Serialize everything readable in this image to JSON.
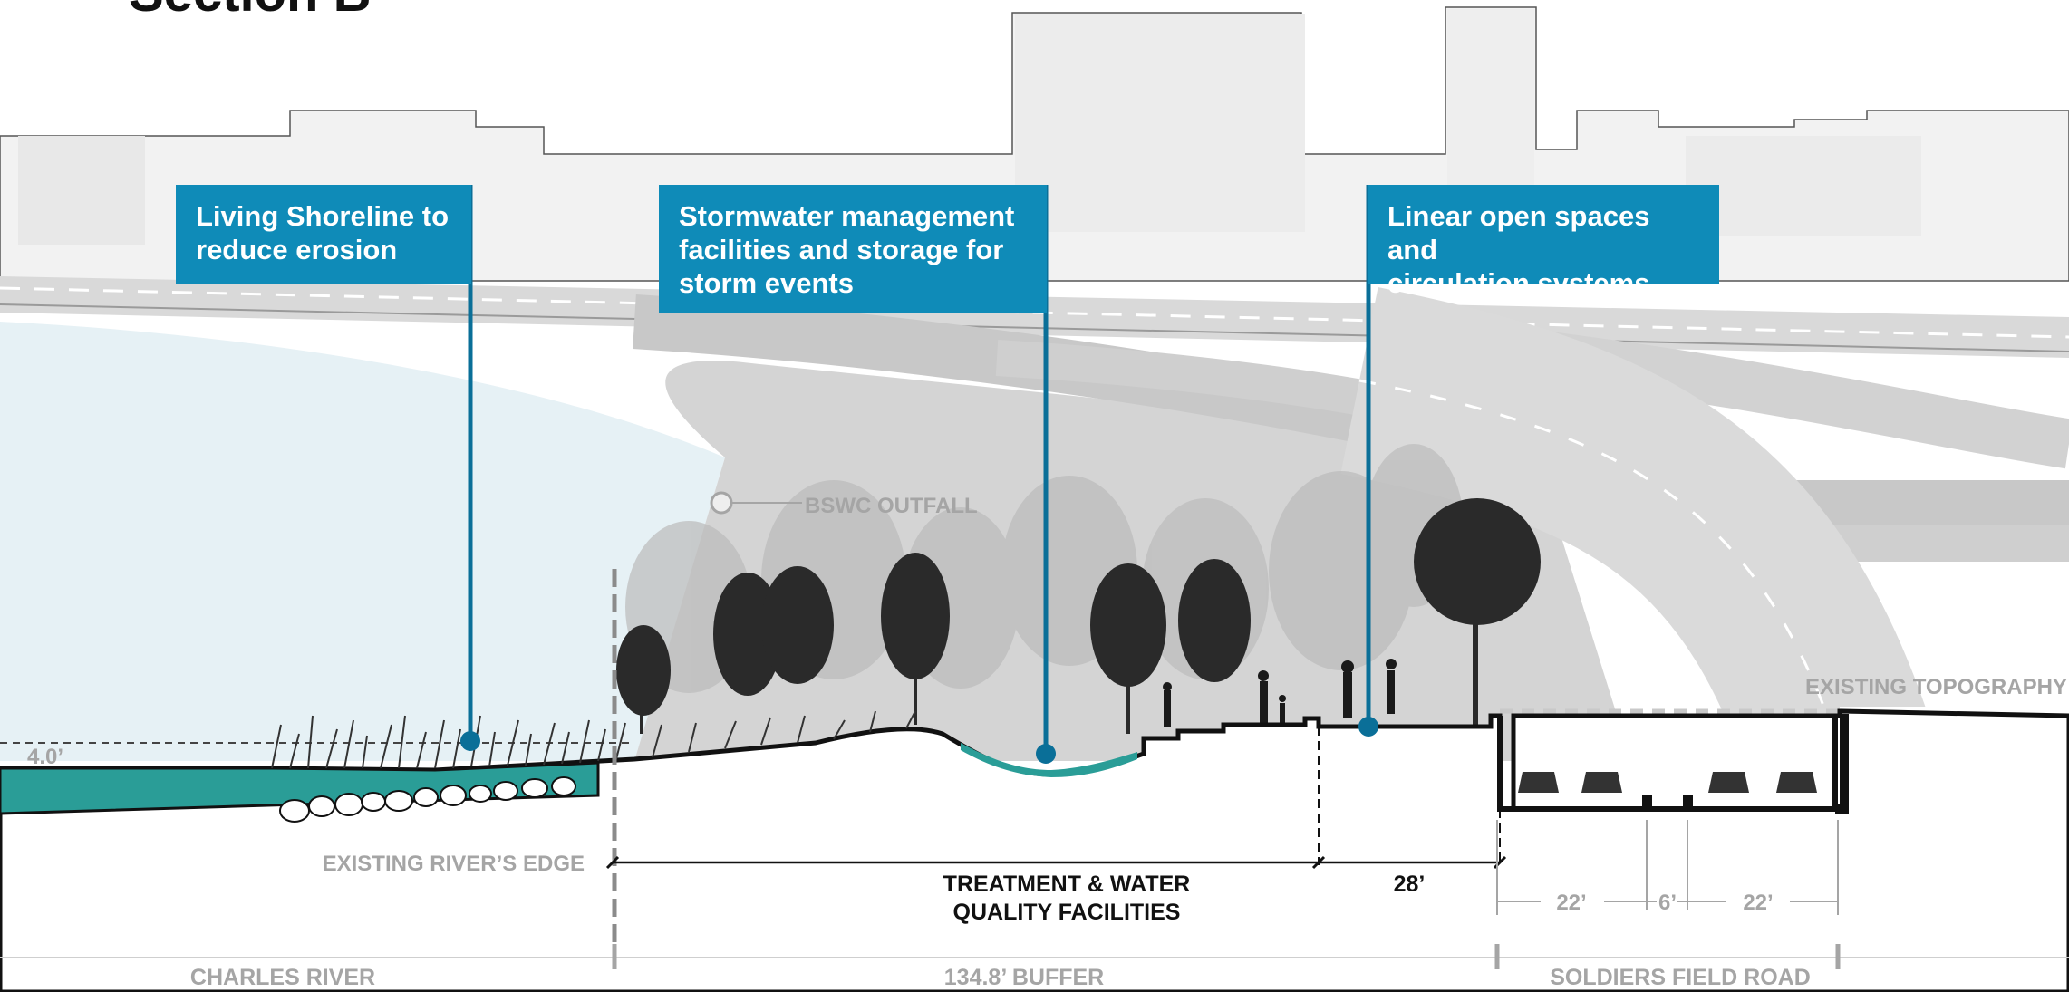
{
  "title": "Section B",
  "callouts": [
    {
      "lines": [
        "Living Shoreline to",
        "reduce erosion"
      ]
    },
    {
      "lines": [
        "Stormwater management",
        "facilities and storage for",
        "storm events"
      ]
    },
    {
      "lines": [
        "Linear open spaces and",
        "circulation systems"
      ]
    }
  ],
  "labels": {
    "outfall": "BSWC OUTFALL",
    "existing_topography": "EXISTING TOPOGRAPHY",
    "water_level": "4.0’",
    "river_edge": "EXISTING RIVER’S EDGE",
    "treatment_line1": "TREATMENT  & WATER",
    "treatment_line2": "QUALITY FACILITIES",
    "dim_28": "28’",
    "dim_22a": "22’",
    "dim_6": "6’",
    "dim_22b": "22’",
    "charles_river": "CHARLES RIVER",
    "buffer": "134.8’ BUFFER",
    "soldiers_field_road": "SOLDIERS FIELD ROAD"
  },
  "colors": {
    "callout": "#0f8bb8",
    "callout_line": "#0a6f98",
    "water": "#2a9d97",
    "river_sky": "#e6f1f5",
    "grey_label": "#a5a5a5"
  }
}
